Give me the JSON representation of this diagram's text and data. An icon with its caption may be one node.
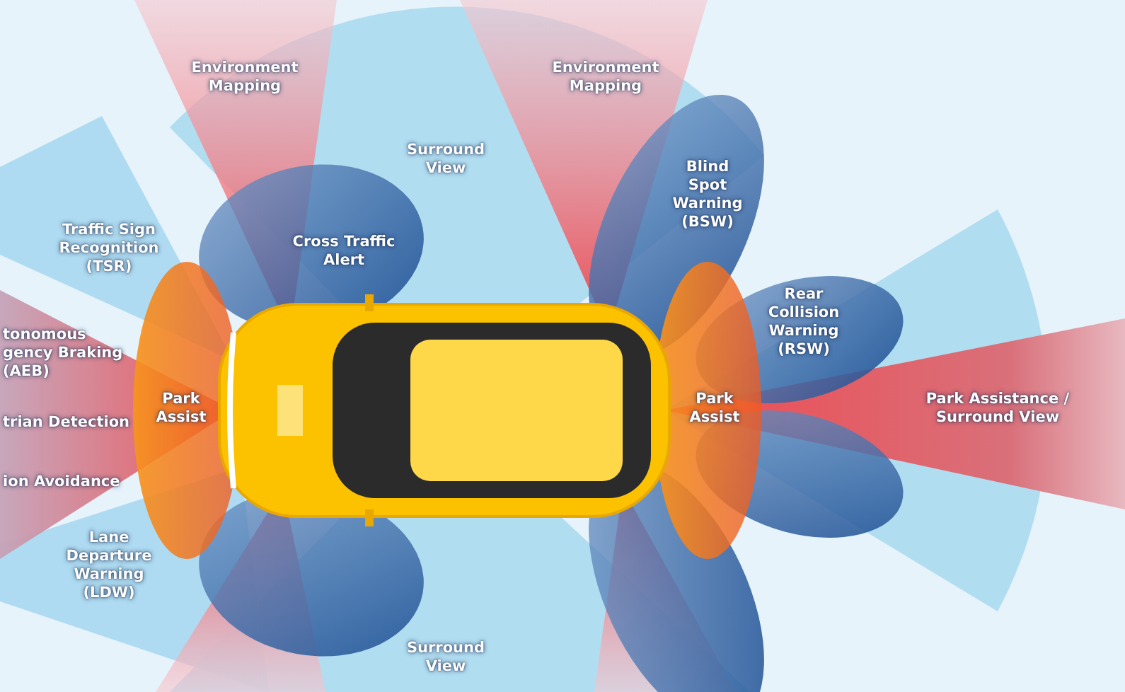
{
  "diagram": {
    "nodes": [
      {
        "text": [
          "Environment Mapping"
        ]
      },
      {
        "text": [
          "Environment Mapping"
        ]
      },
      {
        "text": [
          "Surround View"
        ]
      },
      {
        "text": [
          "Blind Spot Warning (BSW)"
        ]
      },
      {
        "text": [
          "Traffic Sign Recognition (TSR)"
        ]
      },
      {
        "text": [
          "Cross Traffic Alert"
        ]
      },
      {
        "text": [
          "Rear Collision Warning (RSW)"
        ]
      },
      {
        "text": [
          "tonomous gency Braking (AEB)"
        ]
      },
      {
        "text": [
          "Park Assist"
        ]
      },
      {
        "text": [
          "Park Assist"
        ]
      },
      {
        "text": [
          "Park Assistance / Surround View"
        ]
      },
      {
        "text": [
          "trian Detection"
        ]
      },
      {
        "text": [
          "ion Avoidance"
        ]
      },
      {
        "text": [
          "Lane Departure Warning (LDW)"
        ]
      },
      {
        "text": [
          "Surround View"
        ]
      }
    ]
  }
}
